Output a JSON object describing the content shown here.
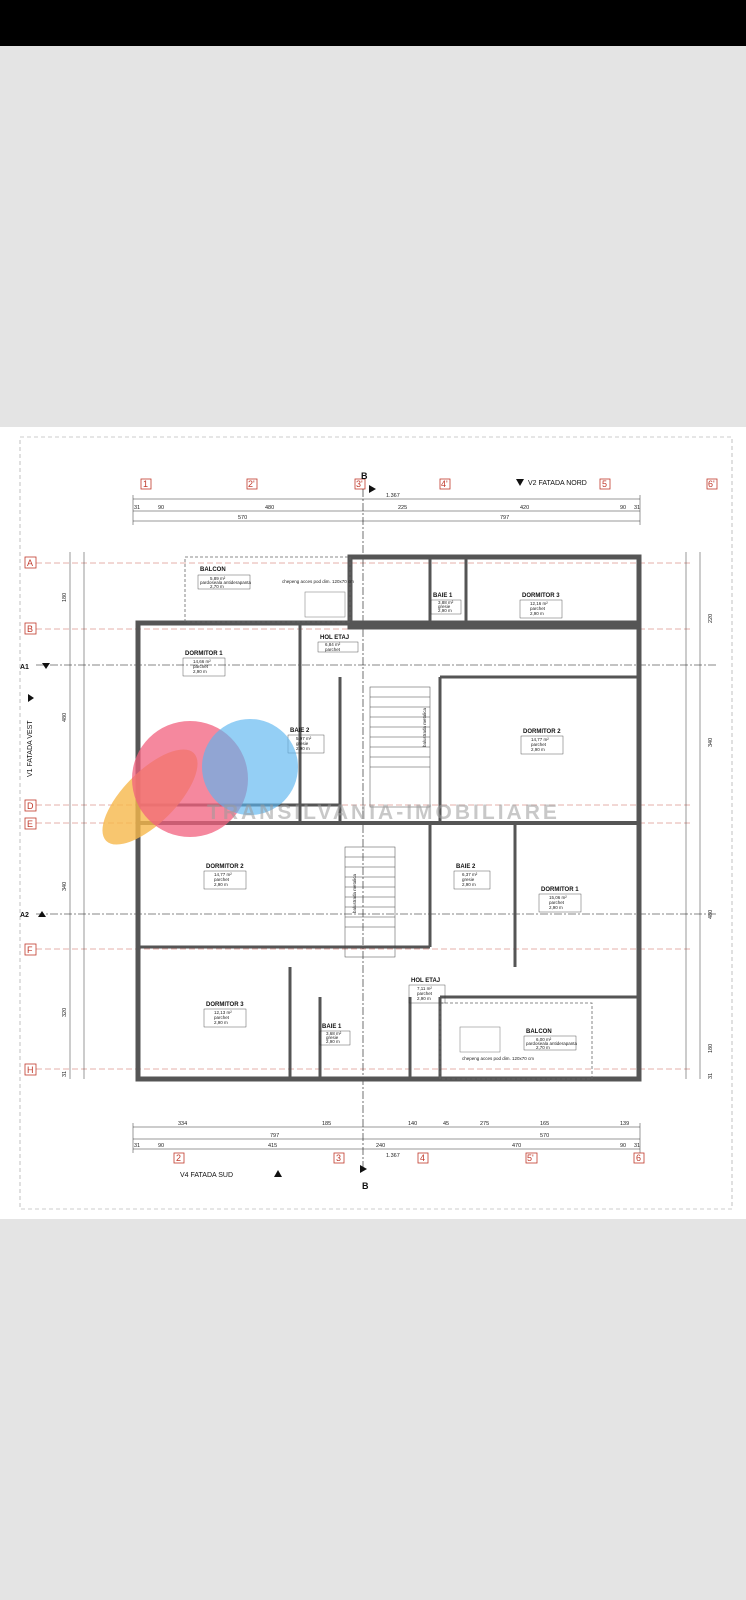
{
  "north_axis_label": "B",
  "south_axis_label": "B",
  "facades": {
    "north": "V2 FATADA NORD",
    "south": "V4 FATADA SUD",
    "west": "V1 FATADA VEST",
    "a1": "A1",
    "a2": "A2"
  },
  "grid_top": [
    "1",
    "2'",
    "3'",
    "4'",
    "5",
    "6'"
  ],
  "grid_bottom": [
    "2",
    "3",
    "4",
    "5'",
    "6"
  ],
  "grid_rows": [
    "A",
    "B",
    "D",
    "E",
    "F",
    "H"
  ],
  "top_total": "1.367",
  "top_dims": [
    "31",
    "90",
    "480",
    "225",
    "420",
    "90",
    "31"
  ],
  "top_dims2": [
    "570",
    "797"
  ],
  "bottom_total": "1.367",
  "bottom_dims": [
    "31",
    "90",
    "415",
    "240",
    "470",
    "90",
    "31"
  ],
  "bottom_dims2": [
    "334",
    "185",
    "140",
    "45",
    "275",
    "165",
    "139",
    "797",
    "570"
  ],
  "left_dims": [
    "180",
    "480",
    "340",
    "320",
    "31"
  ],
  "right_dims": [
    "220",
    "340",
    "480",
    "180",
    "31"
  ],
  "rooms": [
    {
      "name": "BALCON",
      "area": "5,89 m²",
      "floor": "pardoseala antiderapanta",
      "h": "2,70 m"
    },
    {
      "name": "HOL ETAJ",
      "area": "6,84 m²",
      "floor": "parchet"
    },
    {
      "name": "BAIE 1",
      "area": "3,88 m²",
      "floor": "gresie",
      "h": "2,90 m"
    },
    {
      "name": "DORMITOR 3",
      "area": "12,16 m²",
      "floor": "parchet",
      "h": "2,90 m"
    },
    {
      "name": "DORMITOR 1",
      "area": "14,66 m²",
      "floor": "parchet",
      "h": "2,90 m"
    },
    {
      "name": "BAIE 2",
      "area": "5,97 m²",
      "floor": "gresie",
      "h": "2,90 m"
    },
    {
      "name": "DORMITOR 2",
      "area": "14,77 m²",
      "floor": "parchet",
      "h": "2,90 m"
    },
    {
      "name": "DORMITOR 2",
      "area": "14,77 m²",
      "floor": "parchet",
      "h": "2,90 m"
    },
    {
      "name": "BAIE 2",
      "area": "6,37 m²",
      "floor": "gresie",
      "h": "2,90 m"
    },
    {
      "name": "DORMITOR 1",
      "area": "15,06 m²",
      "floor": "parchet",
      "h": "2,90 m"
    },
    {
      "name": "HOL ETAJ",
      "area": "7,11 m²",
      "floor": "parchet",
      "h": "2,90 m"
    },
    {
      "name": "DORMITOR 3",
      "area": "12,13 m²",
      "floor": "parchet",
      "h": "2,90 m"
    },
    {
      "name": "BAIE 1",
      "area": "3,68 m²",
      "floor": "gresie",
      "h": "2,90 m"
    },
    {
      "name": "BALCON",
      "area": "6,00 m²",
      "floor": "pardoseala antiderapanta",
      "h": "2,70 m"
    }
  ],
  "attic_access_top": "chepeng acces pod dim. 120x70 cm",
  "attic_access_bottom": "chepeng acces pod dim. 120x70 cm",
  "stair_label": "balustrada metalica",
  "watermark": "TRANSILVANIA-IMOBILIARE",
  "colors": {
    "grid": "#c0392b",
    "plan_line": "#2b7bd6",
    "wall": "#555555"
  }
}
